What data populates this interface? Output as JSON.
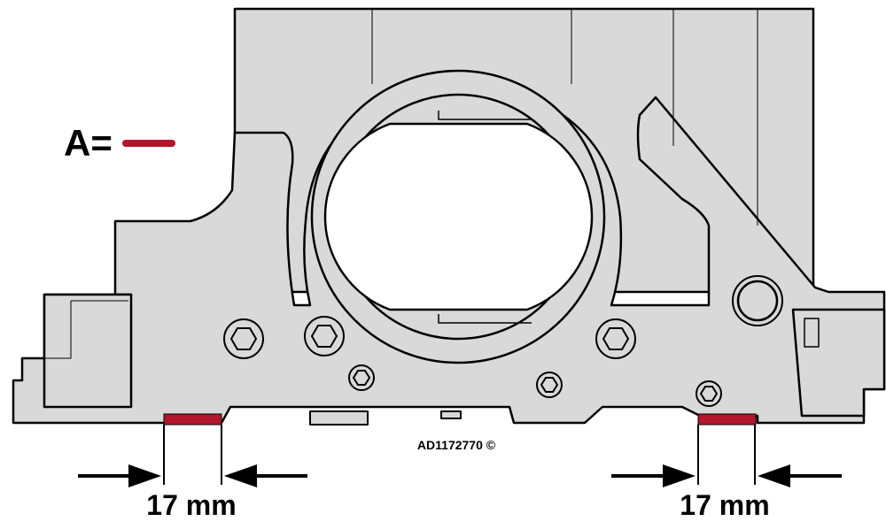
{
  "legend": {
    "label": "A=",
    "color": "#b3162c"
  },
  "figure_id": "AD1172770 ©",
  "dimensions": [
    {
      "value_label": "17 mm"
    },
    {
      "value_label": "17 mm"
    }
  ],
  "colors": {
    "body": "#d9d9d9",
    "outline": "#000000",
    "marker": "#b3162c"
  }
}
